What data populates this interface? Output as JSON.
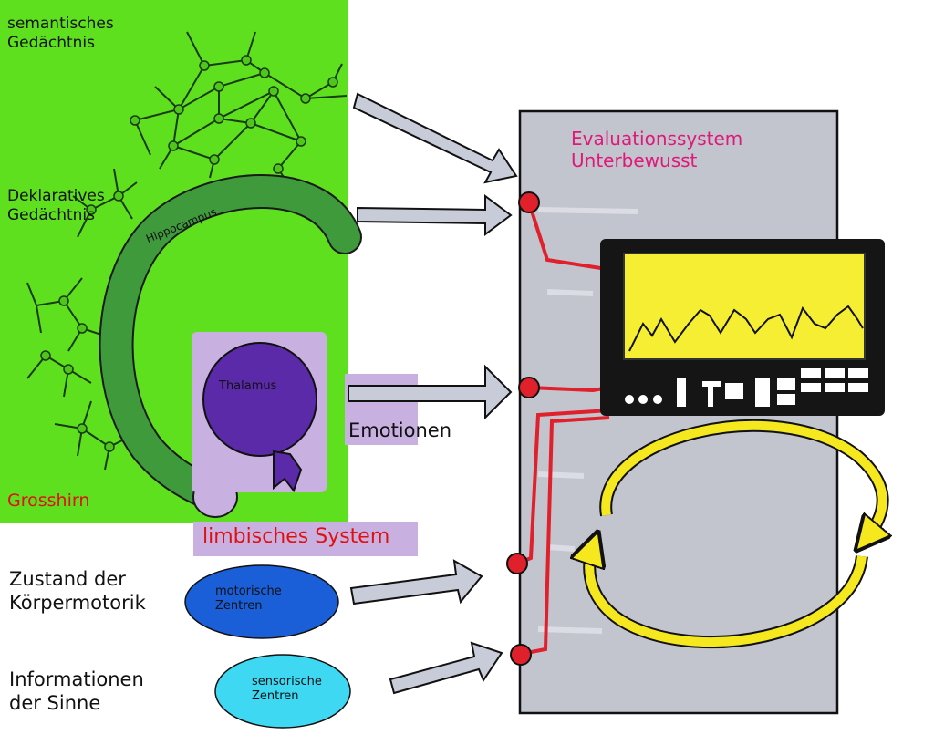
{
  "labels": {
    "semantic_memory": "semantisches\nGedächtnis",
    "declarative_memory": "Deklaratives\nGedächtnis",
    "hippocampus": "Hippocampus",
    "thalamus": "Thalamus",
    "emotions": "Emotionen",
    "cerebrum": "Grosshirn",
    "limbic_system": "limbisches System",
    "body_motor_state": "Zustand der\nKörpermotorik",
    "senses_info": "Informationen\nder Sinne",
    "motor_centers": "motorische\nZentren",
    "sensory_centers": "sensorische\nZentren",
    "evaluation_system": "Evaluationssystem\nUnterbewusst"
  },
  "colors": {
    "cerebrum_green": "#5ee01e",
    "hippocampus_green": "#3f9a3c",
    "thalamus_purple": "#5a2aa8",
    "limbic_lilac": "#c8b0e0",
    "motor_blue": "#1a5ed8",
    "sensory_cyan": "#3ed8f2",
    "panel_gray": "#c2c4ce",
    "monitor_black": "#151515",
    "screen_yellow": "#f6ee32",
    "loop_yellow": "#f6e81e",
    "connector_red": "#e0202a",
    "text_red": "#e01010",
    "text_pink": "#e0187a"
  }
}
